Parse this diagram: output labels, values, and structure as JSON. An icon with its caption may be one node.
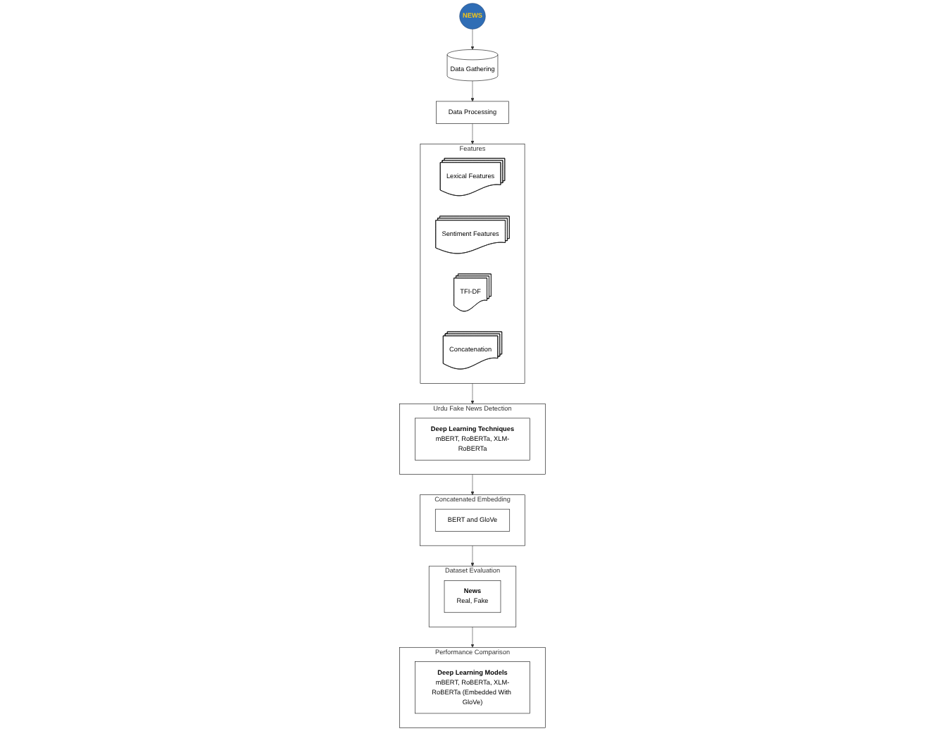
{
  "diagram": {
    "nodes": [
      {
        "text": [
          "NEWS"
        ]
      },
      {
        "text": [
          "Data Gathering"
        ]
      },
      {
        "text": [
          "Data Processing"
        ]
      },
      {
        "text": [
          "Features"
        ]
      },
      {
        "text": [
          "Lexical Features"
        ],
        "in": 3
      },
      {
        "text": [
          "Sentiment Features"
        ],
        "in": 3
      },
      {
        "text": [
          "TFI-DF"
        ],
        "in": 3
      },
      {
        "text": [
          "Concatenation"
        ],
        "in": 3
      },
      {
        "text": [
          "Urdu Fake News Detection"
        ]
      },
      {
        "text": [
          "Deep Learning Techniques",
          "mBERT, RoBERTa, XLM-RoBERTa"
        ],
        "in": 8
      },
      {
        "text": [
          "Concatenated Embedding"
        ]
      },
      {
        "text": [
          "BERT and GloVe"
        ],
        "in": 10
      },
      {
        "text": [
          "Dataset Evaluation"
        ]
      },
      {
        "text": [
          "News",
          "Real, Fake"
        ],
        "in": 12
      },
      {
        "text": [
          "Performance Comparison"
        ]
      },
      {
        "text": [
          "Deep Learning Models",
          "mBERT, RoBERTa, XLM-RoBERTa (Embedded With GloVe)"
        ],
        "in": 14
      }
    ],
    "edges": [
      {
        "from": 0,
        "to": 1,
        "arrow": "to"
      },
      {
        "from": 1,
        "to": 2,
        "arrow": "to"
      },
      {
        "from": 2,
        "to": 3,
        "arrow": "to"
      },
      {
        "from": 3,
        "to": 8,
        "arrow": "to"
      },
      {
        "from": 8,
        "to": 10,
        "arrow": "to"
      },
      {
        "from": 10,
        "to": 12,
        "arrow": "to"
      },
      {
        "from": 12,
        "to": 14,
        "arrow": "to"
      }
    ]
  }
}
